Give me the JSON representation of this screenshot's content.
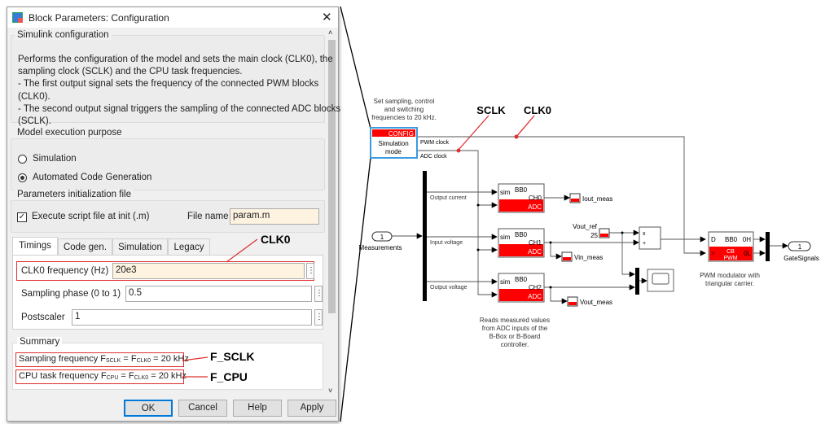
{
  "dialog": {
    "title": "Block Parameters: Configuration",
    "close": "✕",
    "config_group": {
      "legend": "Simulink configuration",
      "lines": [
        "Performs the configuration of the model and sets the main clock (CLK0), the",
        "sampling clock (SCLK) and the CPU task frequencies.",
        "- The first output signal sets the frequency of the connected PWM blocks",
        "(CLK0).",
        "- The second output signal triggers the sampling of the connected ADC blocks",
        "(SCLK)."
      ]
    },
    "purpose_group": {
      "legend": "Model execution purpose",
      "options": [
        "Simulation",
        "Automated Code Generation"
      ],
      "selected": "Automated Code Generation"
    },
    "init_group": {
      "legend": "Parameters initialization file",
      "checkbox_label": "Execute script file at init (.m)",
      "checked": true,
      "file_label": "File name",
      "file_value": "param.m"
    },
    "tabs": [
      "Timings",
      "Code gen.",
      "Simulation",
      "Legacy"
    ],
    "active_tab": "Timings",
    "fields": [
      {
        "label": "CLK0 frequency (Hz)",
        "value": "20e3"
      },
      {
        "label": "Sampling phase (0 to 1)",
        "value": "0.5"
      },
      {
        "label": "Postscaler",
        "value": "1"
      }
    ],
    "summary": {
      "legend": "Summary",
      "sampling": {
        "pre": "Sampling frequency F",
        "sub1": "SCLK",
        "mid": " = F",
        "sub2": "CLK0",
        "post": " = 20 kHz"
      },
      "cpu": {
        "pre": "CPU task frequency F",
        "sub1": "CPU",
        "mid": " = F",
        "sub2": "CLK0",
        "post": " = 20 kHz"
      }
    },
    "buttons": {
      "ok": "OK",
      "cancel": "Cancel",
      "help": "Help",
      "apply": "Apply"
    }
  },
  "annotations": {
    "clk0": "CLK0",
    "f_sclk": "F_SCLK",
    "f_cpu": "F_CPU",
    "sclk": "SCLK",
    "clk0_diag": "CLK0"
  },
  "diagram": {
    "config_note": [
      "Set sampling, control",
      "and switching",
      "frequencies to 20 kHz."
    ],
    "config_block": {
      "header": "CONFIG",
      "body": [
        "Simulation",
        "mode"
      ],
      "out1": "PWM clock",
      "out2": "ADC clock"
    },
    "inport": {
      "num": "1",
      "label": "Measurements"
    },
    "signals": [
      "Output current",
      "Input voltage",
      "Output voltage"
    ],
    "adc_blocks": [
      {
        "sim": "sim",
        "bb": "BB0",
        "ch": "CH0",
        "name": "ADC",
        "out": "Iout_meas"
      },
      {
        "sim": "sim",
        "bb": "BB0",
        "ch": "CH1",
        "name": "ADC",
        "out": "Vin_meas"
      },
      {
        "sim": "sim",
        "bb": "BB0",
        "ch": "CH2",
        "name": "ADC",
        "out": "Vout_meas"
      }
    ],
    "adc_note": [
      "Reads measured values",
      "from ADC inputs of the",
      "B-Box or B-Board",
      "controller."
    ],
    "vout_ref": {
      "label": "Vout_ref",
      "value": "25"
    },
    "sum_block": {
      "in1": "x",
      "in2": "+"
    },
    "pwm_block": {
      "d": "D",
      "bb": "BB0",
      "oh": "0H",
      "name1": "CB",
      "name2": "PWM",
      "ol": "0L",
      "clk": ">"
    },
    "pwm_note": [
      "PWM modulator with",
      "triangular carrier."
    ],
    "outport": {
      "num": "1",
      "label": "GateSignals"
    }
  },
  "colors": {
    "red": "#ff0000",
    "annotation": "#e03030"
  }
}
